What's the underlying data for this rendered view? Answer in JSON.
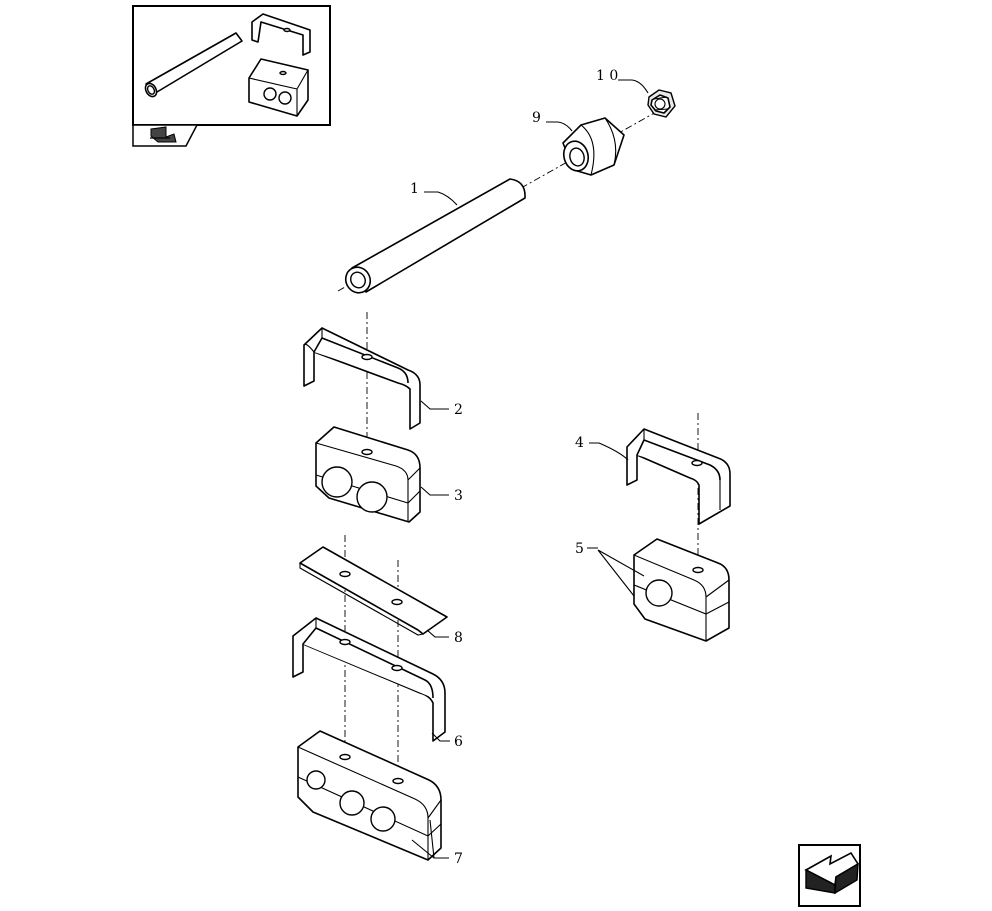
{
  "diagram": {
    "callouts": [
      {
        "id": "c1",
        "text": "1"
      },
      {
        "id": "c2",
        "text": "2"
      },
      {
        "id": "c3",
        "text": "3"
      },
      {
        "id": "c4",
        "text": "4"
      },
      {
        "id": "c5",
        "text": "5"
      },
      {
        "id": "c6",
        "text": "6"
      },
      {
        "id": "c7",
        "text": "7"
      },
      {
        "id": "c8",
        "text": "8"
      },
      {
        "id": "c9",
        "text": "9"
      },
      {
        "id": "c10",
        "text": "1 0"
      }
    ],
    "icons": {
      "inset_tab": "book-page-icon",
      "nav_button": "back-arrow-icon"
    }
  }
}
